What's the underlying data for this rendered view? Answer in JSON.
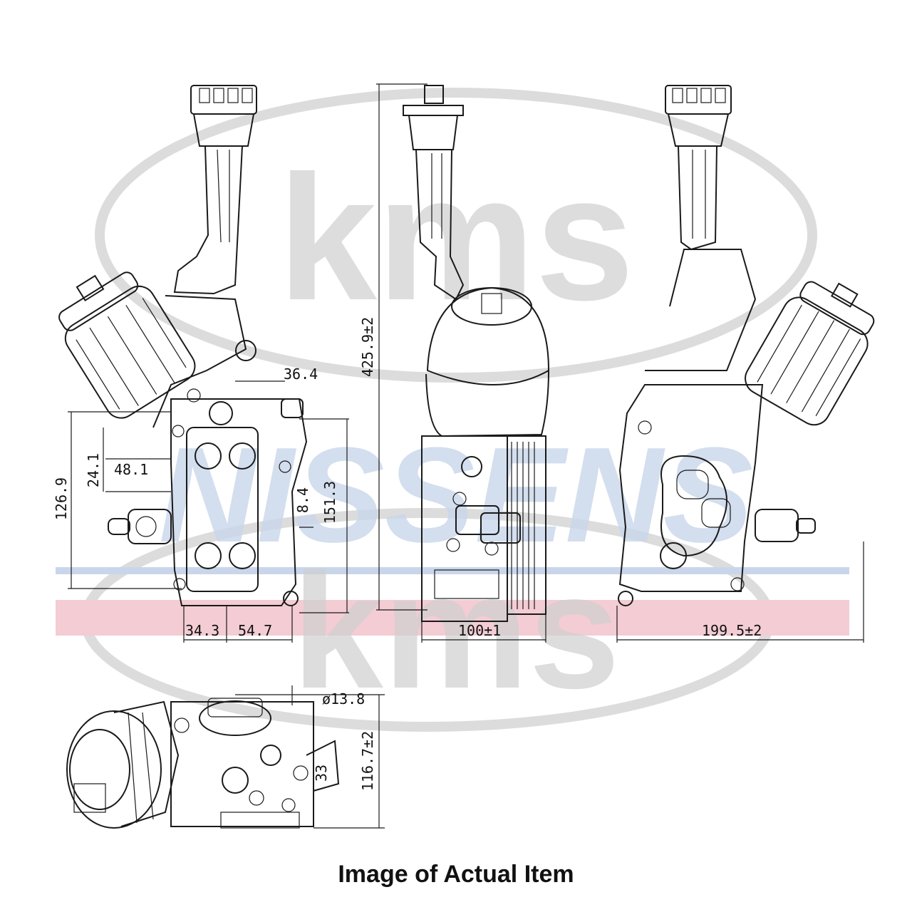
{
  "watermark": {
    "brand_top": "kms",
    "brand_middle": "NISSENS",
    "brand_bottom": "kms",
    "colors": {
      "gray": "#c8c8c8",
      "blue": "#c9d6ea",
      "pink": "#f3ccd4"
    }
  },
  "dimensions": {
    "front_flange": "36.4",
    "front_height": "126.9",
    "front_offset_x": "48.1",
    "front_offset_y": "24.1",
    "front_hole": "8.4",
    "front_total": "151.3",
    "front_base_left": "34.3",
    "front_base_right": "54.7",
    "side_height": "425.9±2",
    "side_width": "100±1",
    "rear_width": "199.5±2",
    "top_diameter": "ø13.8",
    "top_offset": "33",
    "top_height": "116.7±2"
  },
  "caption": "Image of Actual Item"
}
